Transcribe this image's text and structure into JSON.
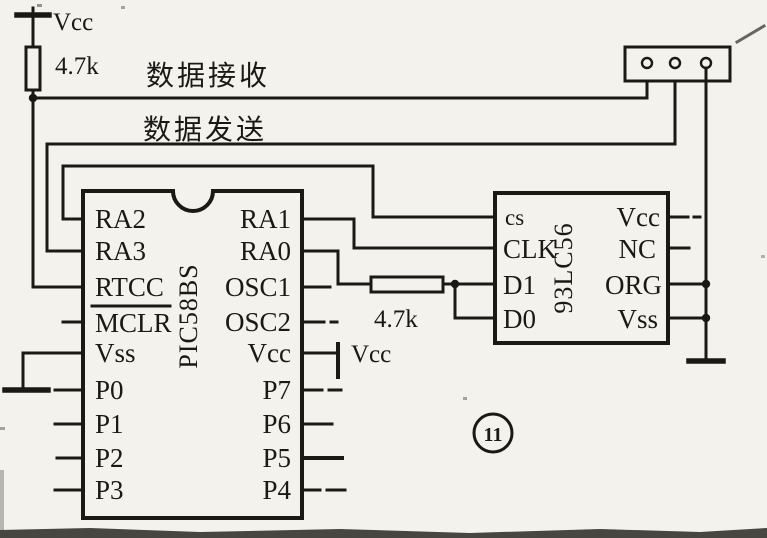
{
  "labels": {
    "vcc_top": "Vcc",
    "pullup_value": "4.7k",
    "data_receive": "数据接收",
    "data_send": "数据发送",
    "series_value": "4.7k",
    "vcc_right": "Vcc",
    "figure_number": "11"
  },
  "pic": {
    "part": "PIC58BS",
    "left_pins": [
      "RA2",
      "RA3",
      "RTCC",
      "MCLR",
      "Vss",
      "P0",
      "P1",
      "P2",
      "P3"
    ],
    "right_pins": [
      "RA1",
      "RA0",
      "OSC1",
      "OSC2",
      "Vcc",
      "P7",
      "P6",
      "P5",
      "P4"
    ]
  },
  "eeprom": {
    "part": "93LC56",
    "left_pins": [
      "cs",
      "CLK",
      "D1",
      "D0"
    ],
    "right_pins": [
      "Vcc",
      "NC",
      "ORG",
      "Vss"
    ]
  },
  "colors": {
    "ink": "#1a1915",
    "paper": "#f4f2ed"
  }
}
